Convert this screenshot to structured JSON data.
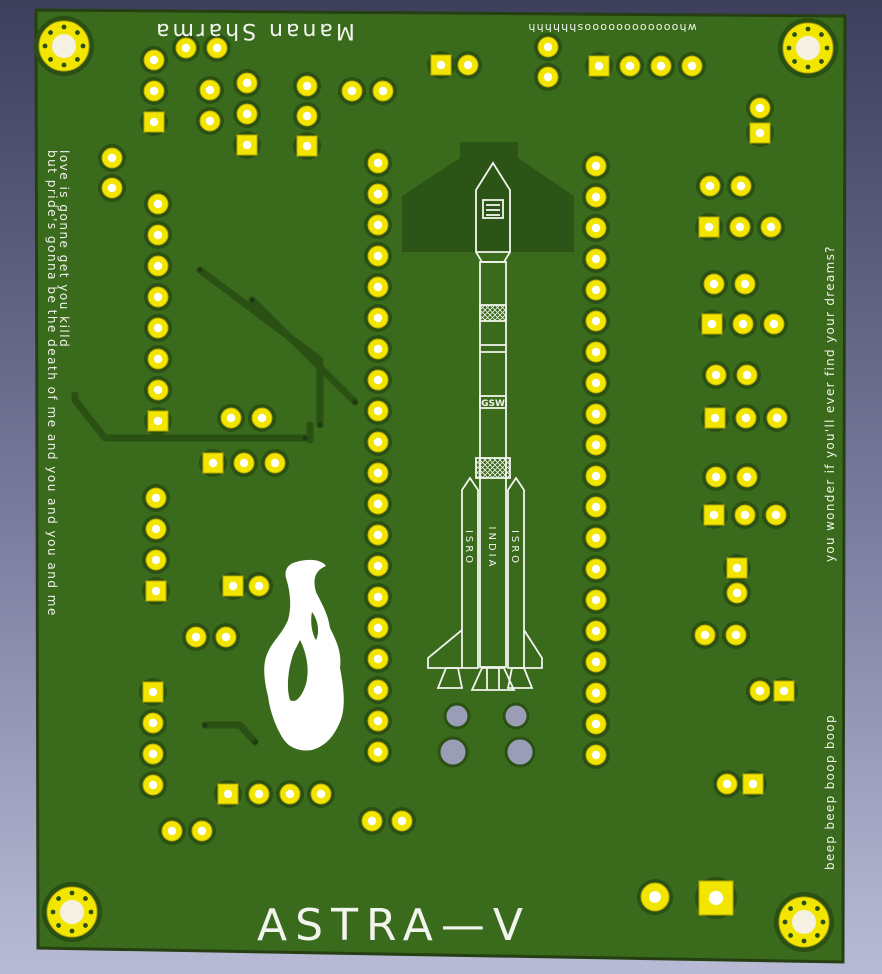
{
  "board": {
    "title": "ASTRA—V",
    "author": "Manan Sharma",
    "top_note": "whooooooooooooshhhhhh",
    "left_text_1": "love is gonne get you killd",
    "left_text_2": "but pride's gonna be the death of me and you and you and me",
    "right_text_1": "you wonder if you'll ever find your dreams?",
    "right_text_2": "beep beep boop boop",
    "rocket_labels": [
      "ISRO",
      "INDIA",
      "ISRO"
    ],
    "rocket_band": "GSW"
  },
  "colors": {
    "soldermask": "#3a6a1c",
    "board_edge": "#253f12",
    "copper_mask": "#2b5014",
    "pad_gold": "#f2e600",
    "pad_edge": "#b8a800",
    "silkscreen": "#f2f4ee",
    "drill": "#ffffff"
  }
}
